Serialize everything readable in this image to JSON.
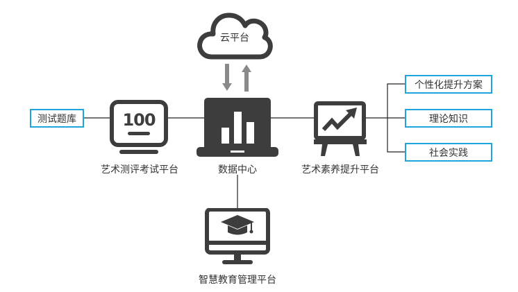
{
  "diagram": {
    "cloud": {
      "label": "云平台",
      "icon": "cloud-icon"
    },
    "center": {
      "label": "数据中心",
      "icon": "laptop-bar-chart-icon"
    },
    "left_platform": {
      "label": "艺术测评考试平台",
      "icon": "monitor-score-100-icon",
      "score_text": "100"
    },
    "right_platform": {
      "label": "艺术素养提升平台",
      "icon": "presentation-board-trend-icon"
    },
    "bottom_platform": {
      "label": "智慧教育管理平台",
      "icon": "desktop-graduation-cap-icon"
    },
    "left_boxes": [
      {
        "label": "测试题库"
      }
    ],
    "right_boxes": [
      {
        "label": "个性化提升方案"
      },
      {
        "label": "理论知识"
      },
      {
        "label": "社会实践"
      }
    ],
    "colors": {
      "box_border": "#1ea6dc",
      "icon": "#3d3d3d",
      "arrow": "#8a8a8a",
      "line": "#222222"
    }
  }
}
